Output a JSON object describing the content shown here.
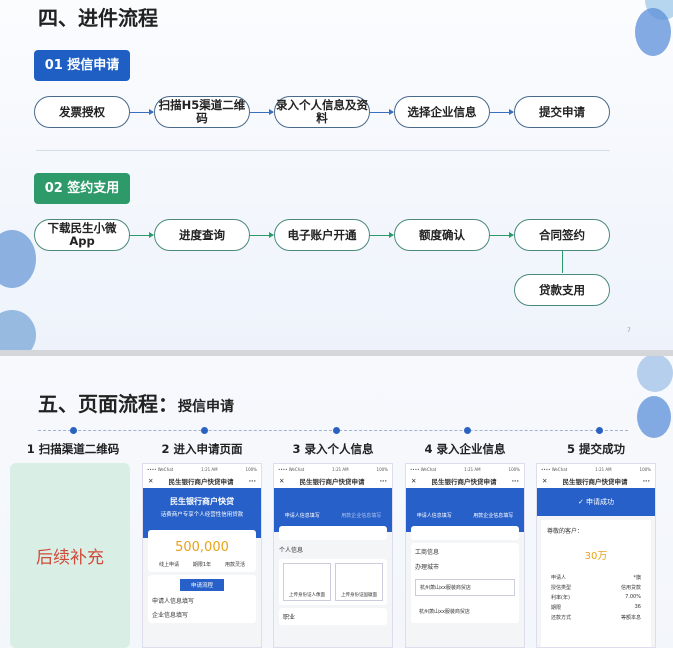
{
  "slide1": {
    "title": "四、进件流程",
    "section1": {
      "label": "01 授信申请",
      "steps": [
        "发票授权",
        "扫描H5渠道二维码",
        "录入个人信息及资料",
        "选择企业信息",
        "提交申请"
      ]
    },
    "section2": {
      "label": "02 签约支用",
      "steps": [
        "下载民生小微App",
        "进度查询",
        "电子账户开通",
        "额度确认",
        "合同签约"
      ],
      "branch": "贷款支用"
    },
    "page_number": "7",
    "colors": {
      "blue": "#1f5fc4",
      "green": "#2e9a6a"
    }
  },
  "slide2": {
    "title": "五、页面流程：",
    "subtitle": "授信申请",
    "steps": [
      "1 扫描渠道二维码",
      "2 进入申请页面",
      "3 录入个人信息",
      "4 录入企业信息",
      "5 提交成功"
    ],
    "placeholder": "后续补充",
    "phone_title": "民生银行商户快贷申请",
    "phone2": {
      "hero_title": "民生银行商户快贷",
      "hero_sub": "话费商户专享个人经营性信用贷款",
      "amount": "500,000",
      "features": [
        "线上申请",
        "期限1年",
        "用款灵活"
      ],
      "button": "申请流程",
      "step_items": [
        "申请人信息填写",
        "企业信息填写"
      ]
    },
    "phone3": {
      "progress": [
        "申请人信息填写",
        "用款企业信息填写"
      ],
      "section": "个人信息",
      "upload": [
        "上传身份证人像面",
        "上传身份证国徽面"
      ],
      "field": "职业"
    },
    "phone4": {
      "section": "工商信息",
      "field": "办理城市",
      "companies": [
        "杭州萧山xx服装商贸店",
        "杭州萧山xx服装商贸店"
      ]
    },
    "phone5": {
      "status": "申请成功",
      "greeting": "尊敬的客户：",
      "amount": "30万",
      "rows": [
        [
          "申请人",
          "*旗"
        ],
        [
          "授信类型",
          "信用贷款"
        ],
        [
          "利率(年)",
          "7.00%"
        ],
        [
          "期限",
          "36"
        ],
        [
          "还款方式",
          "等额本息"
        ]
      ]
    }
  }
}
